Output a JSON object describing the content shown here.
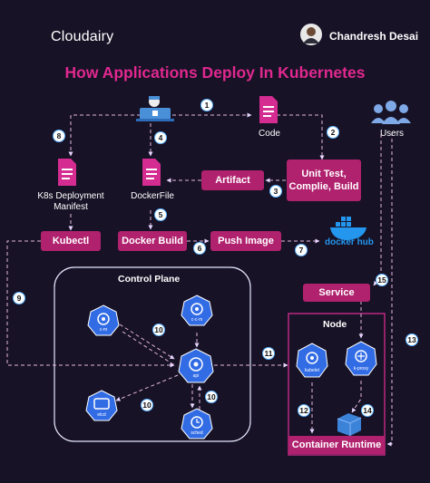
{
  "header": {
    "brand": "Cloudairy",
    "author": "Chandresh Desai",
    "title": "How Applications Deploy In Kubernetes"
  },
  "nodes": {
    "code": "Code",
    "users": "Users",
    "artifact": "Artifact",
    "unit_test_line1": "Unit Test,",
    "unit_test_line2": "Complie, Build",
    "k8s_manifest_line1": "K8s Deployment",
    "k8s_manifest_line2": "Manifest",
    "dockerfile": "DockerFile",
    "kubectl": "Kubectl",
    "docker_build": "Docker Build",
    "push_image": "Push Image",
    "docker_hub": "docker hub",
    "control_plane": "Control Plane",
    "service": "Service",
    "node": "Node",
    "container_runtime": "Container Runtime"
  },
  "k8s_icons": {
    "cm": "c-m",
    "ccm": "c-c-m",
    "api": "api",
    "etcd": "etcd",
    "sched": "sched",
    "kubelet": "kubelet",
    "kproxy": "k-proxy"
  },
  "steps": [
    "1",
    "2",
    "3",
    "4",
    "5",
    "6",
    "7",
    "8",
    "9",
    "10",
    "10",
    "10",
    "11",
    "12",
    "14",
    "13",
    "15"
  ],
  "colors": {
    "background": "#171226",
    "accent": "#b0216e",
    "title": "#e0288f",
    "k8s_blue": "#326ce5",
    "users_blue": "#7fa8e6"
  }
}
